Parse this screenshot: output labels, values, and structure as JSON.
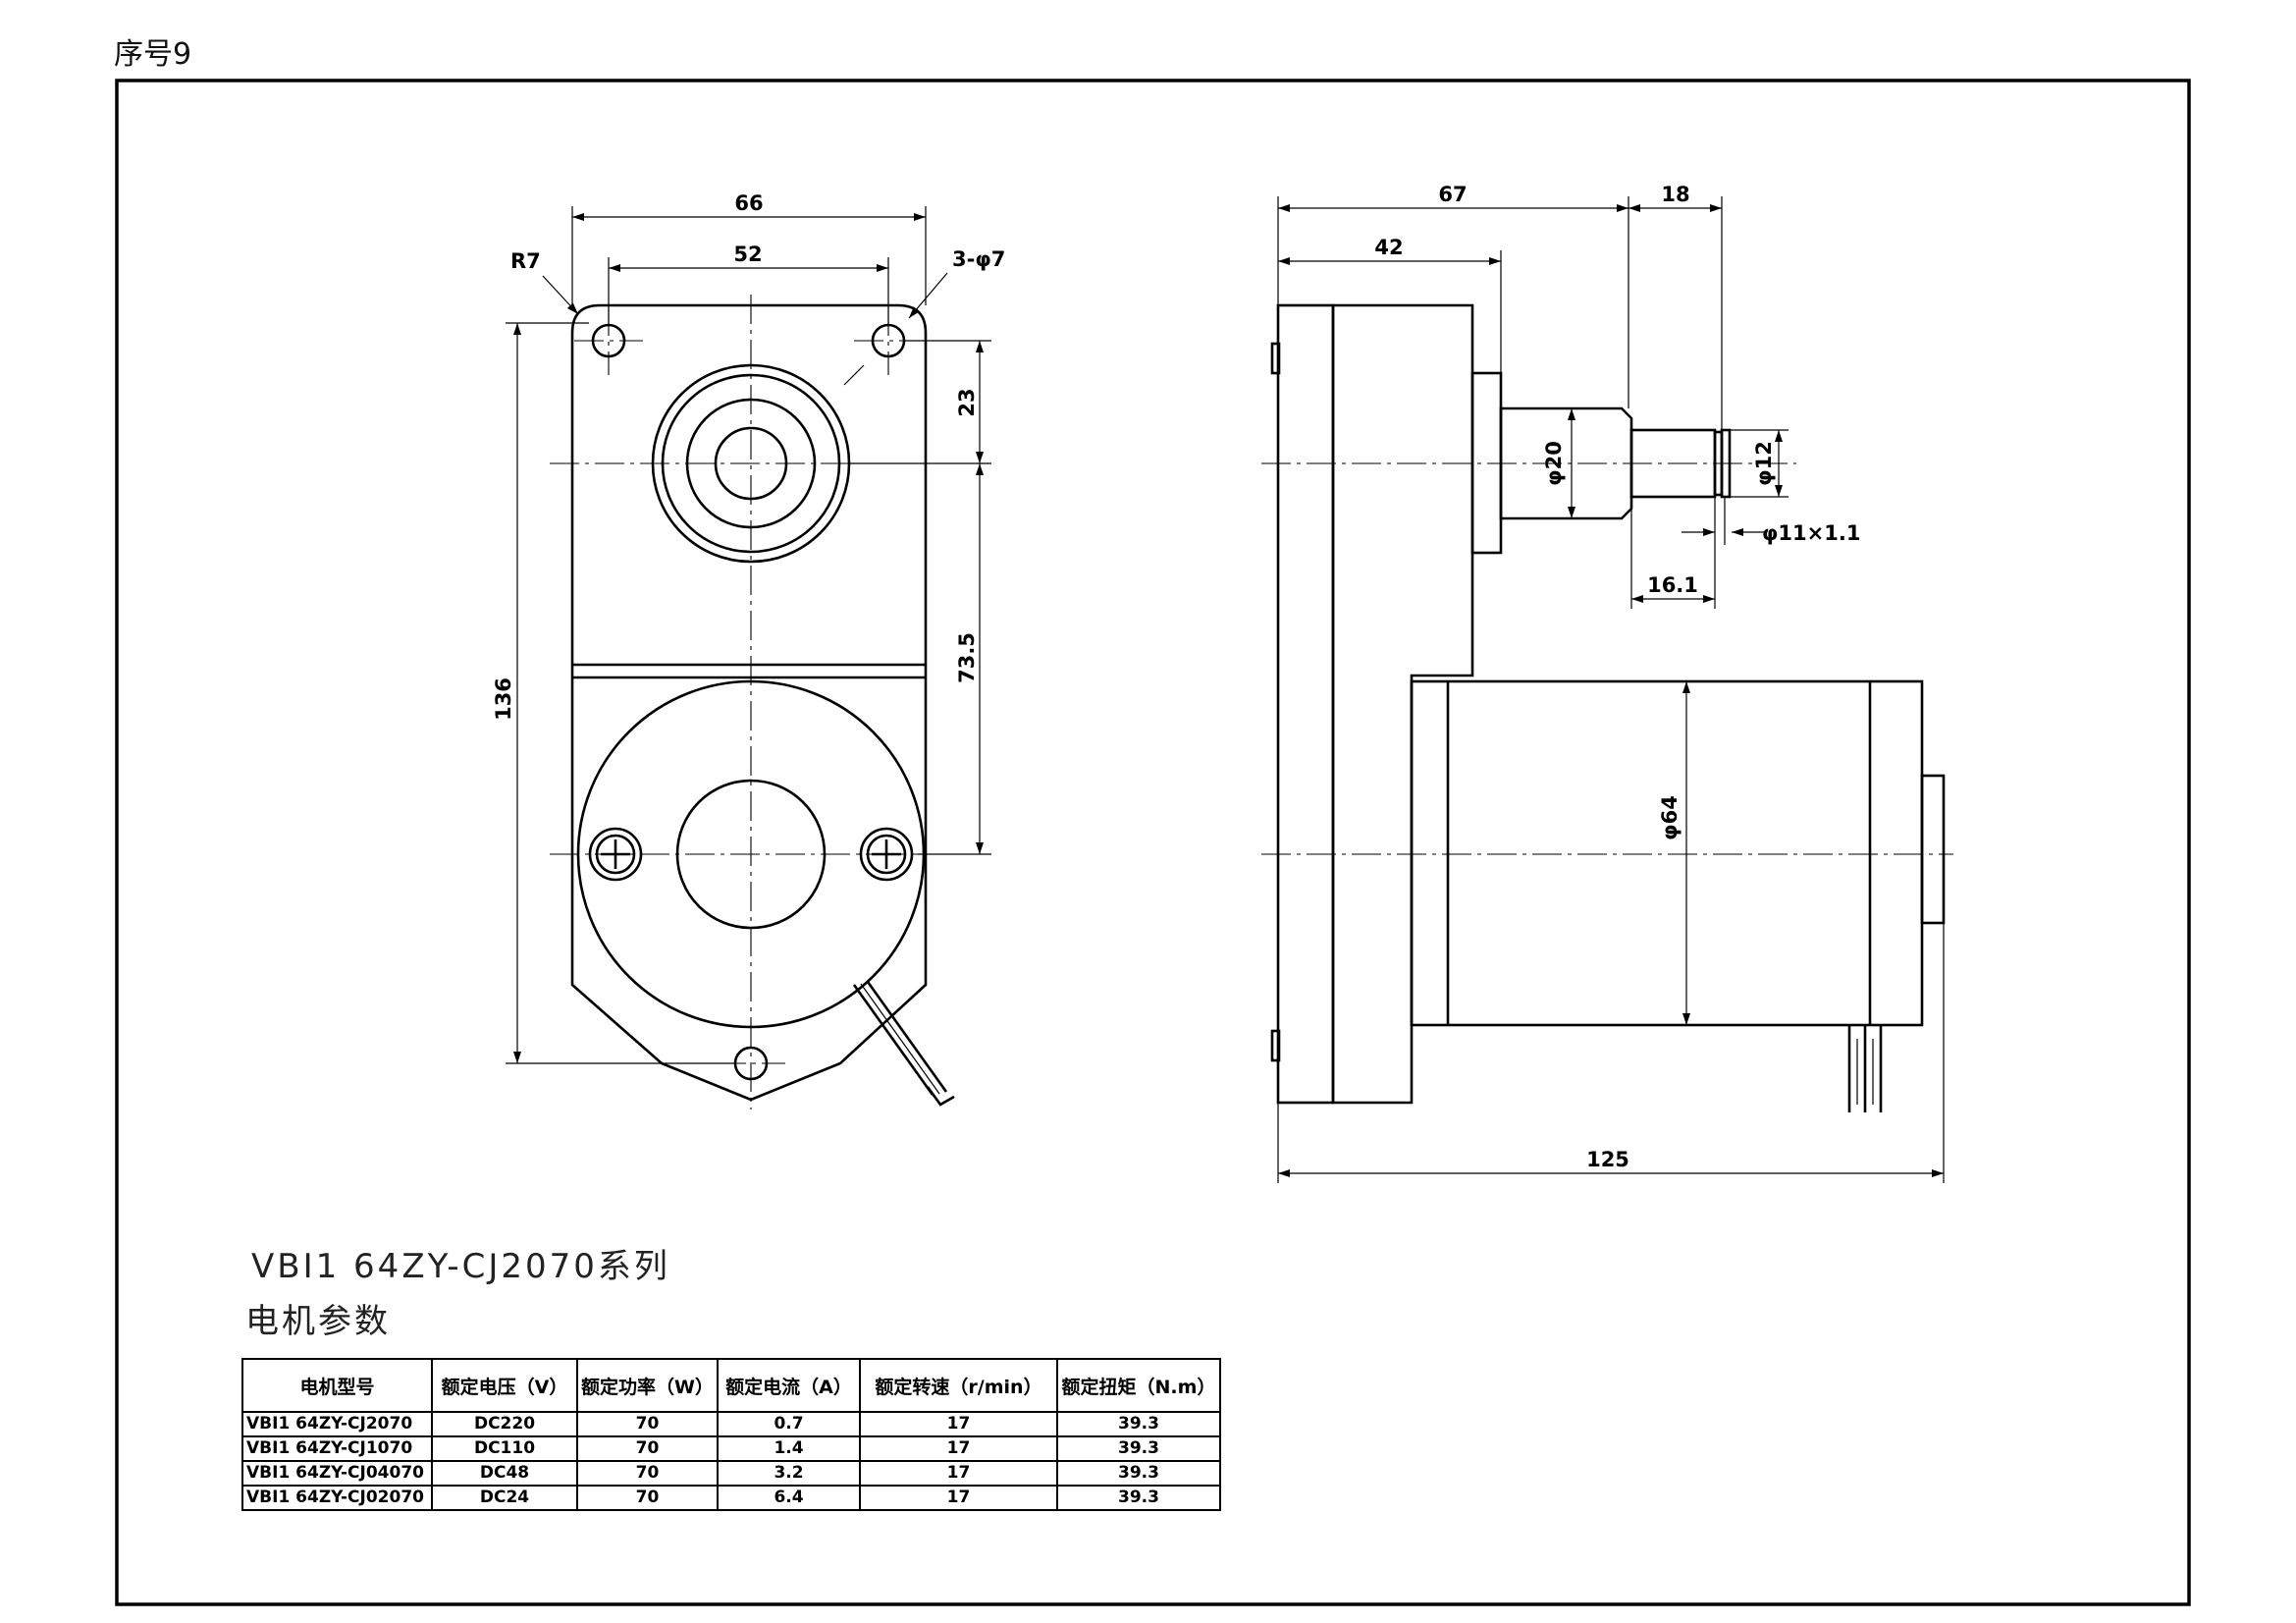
{
  "sheet_number": "序号9",
  "series_title": "VBI1 64ZY-CJ2070系列",
  "params_title": "电机参数",
  "front_view": {
    "dims": {
      "overall_width": "66",
      "hole_spacing": "52",
      "corner_radius": "R7",
      "holes": "3-φ7",
      "top_to_shaft": "23",
      "shaft_to_motor": "73.5",
      "overall_height": "136"
    }
  },
  "side_view": {
    "dims": {
      "gearbox_to_shoulder": "67",
      "shaft_length": "18",
      "gearbox_depth": "42",
      "boss_diameter": "φ20",
      "shaft_diameter": "φ12",
      "groove": "φ11×1.1",
      "groove_position": "16.1",
      "motor_diameter": "φ64",
      "overall_length": "125"
    }
  },
  "spec_table": {
    "headers": [
      "电机型号",
      "额定电压（V）",
      "额定功率（W）",
      "额定电流（A）",
      "额定转速（r/min）",
      "额定扭矩（N.m）"
    ],
    "rows": [
      [
        "VBI1 64ZY-CJ2070",
        "DC220",
        "70",
        "0.7",
        "17",
        "39.3"
      ],
      [
        "VBI1 64ZY-CJ1070",
        "DC110",
        "70",
        "1.4",
        "17",
        "39.3"
      ],
      [
        "VBI1 64ZY-CJ04070",
        "DC48",
        "70",
        "3.2",
        "17",
        "39.3"
      ],
      [
        "VBI1 64ZY-CJ02070",
        "DC24",
        "70",
        "6.4",
        "17",
        "39.3"
      ]
    ]
  }
}
